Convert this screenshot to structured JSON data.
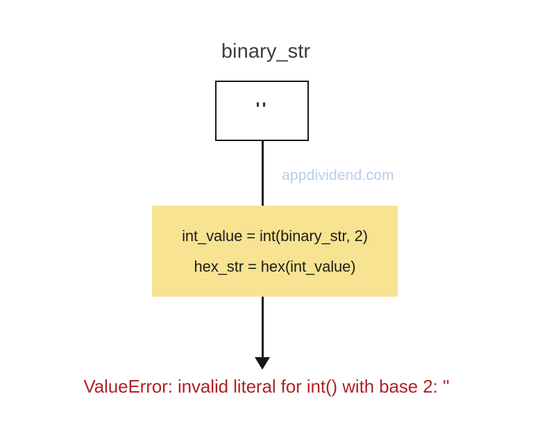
{
  "diagram": {
    "type": "flow-diagram",
    "background_color": "#ffffff",
    "variable": {
      "name_label": "binary_str",
      "value_display": "''",
      "box_border_color": "#171717",
      "box_fill_color": "#ffffff",
      "label_color": "#3d3d3d"
    },
    "code_block": {
      "background_color": "#f7e391",
      "text_color": "#1c1c1c",
      "lines": [
        "int_value = int(binary_str, 2)",
        "hex_str = hex(int_value)"
      ]
    },
    "connectors": [
      {
        "id": "box-to-code",
        "style": "line",
        "has_arrowhead": false,
        "color": "#171717"
      },
      {
        "id": "code-to-error",
        "style": "arrow",
        "has_arrowhead": true,
        "color": "#171717"
      }
    ],
    "error": {
      "text": "ValueError: invalid literal for int() with base 2: ''",
      "color": "#b02226"
    },
    "watermark": {
      "text": "appdividend.com",
      "color": "#b9cde4"
    }
  }
}
